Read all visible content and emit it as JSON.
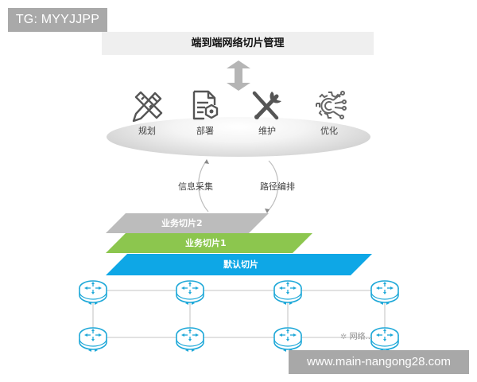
{
  "badges": {
    "tg": "TG: MYYJJPP",
    "url": "www.main-nangong28.com"
  },
  "header": {
    "title": "端到端网络切片管理"
  },
  "management": {
    "tools": [
      {
        "label": "规划",
        "icon": "pencil-ruler-icon"
      },
      {
        "label": "部署",
        "icon": "document-gear-icon"
      },
      {
        "label": "维护",
        "icon": "wrench-screwdriver-icon"
      },
      {
        "label": "优化",
        "icon": "gear-circuit-icon"
      }
    ]
  },
  "loop": {
    "left_label": "信息采集",
    "right_label": "路径编排"
  },
  "slices": [
    {
      "label": "业务切片2",
      "color": "#bcbcbc"
    },
    {
      "label": "业务切片1",
      "color": "#8cc64e"
    },
    {
      "label": "默认切片",
      "color": "#0ea7e6"
    }
  ],
  "network": {
    "router_color": "#1ea8d8",
    "link_color": "#d0d0d0",
    "rows": 2,
    "cols": 4
  },
  "watermark": {
    "text": "网络..."
  }
}
